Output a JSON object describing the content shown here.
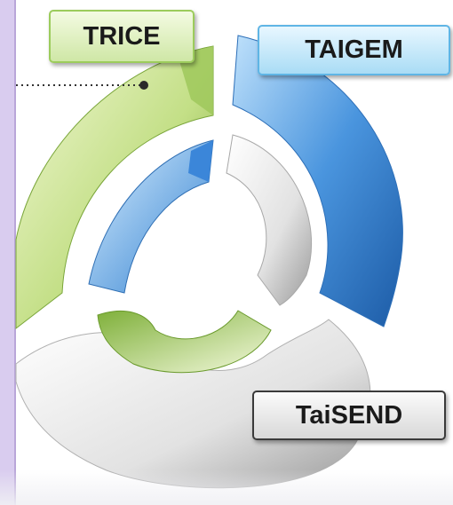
{
  "labels": {
    "trice": "TRICE",
    "taigem": "TAIGEM",
    "taisend": "TaiSEND"
  },
  "colors": {
    "green": "#9cc85a",
    "blue": "#3b86d9",
    "gray": "#d9d9d9",
    "sidebar": "#d9ccef"
  }
}
